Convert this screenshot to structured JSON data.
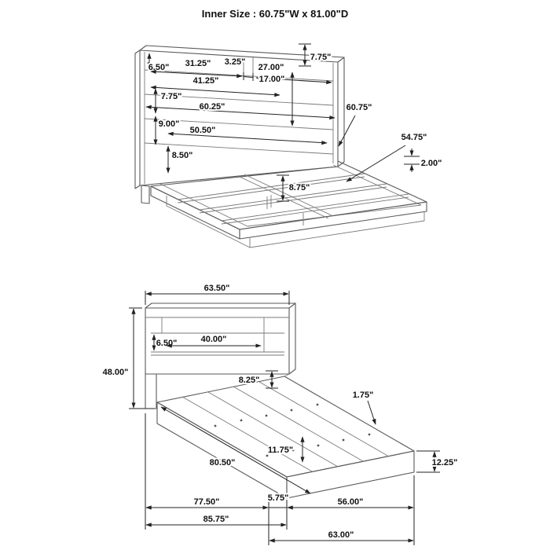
{
  "title": "Inner Size : 60.75\"W x 81.00\"D",
  "top_view": {
    "name": "bed frame perspective view with headboard shelving dimensions",
    "labels": {
      "shelf_h": "6.50\"",
      "shelf_w_left": "31.25\"",
      "divider_w": "3.25\"",
      "shelf_w_right": "27.00\"",
      "top_right_h": "7.75\"",
      "mid_opening_w": "41.25\"",
      "right_section_h": "17.00\"",
      "row_h": "7.75\"",
      "full_shelf_w": "60.25\"",
      "lower_row_h": "9.00\"",
      "lower_shelf_w": "50.50\"",
      "base_h": "8.50\"",
      "inner_width": "60.75\"",
      "slat_span": "54.75\"",
      "rail_t": "2.00\"",
      "support_h": "8.75\""
    }
  },
  "bottom_view": {
    "name": "bed frame side perspective view with platform dimensions",
    "labels": {
      "headboard_w": "63.50\"",
      "headboard_h": "48.00\"",
      "shelf_h": "6.50\"",
      "shelf_opening_w": "40.00\"",
      "ledge_h": "8.25\"",
      "slat_t": "1.75\"",
      "inner_depth": "80.50\"",
      "clearance_h": "11.75\"",
      "platform_h": "12.25\"",
      "deck_depth": "77.50\"",
      "foot_t": "5.75\"",
      "inner_foot_w": "56.00\"",
      "total_depth": "85.75\"",
      "foot_w": "63.00\""
    }
  }
}
